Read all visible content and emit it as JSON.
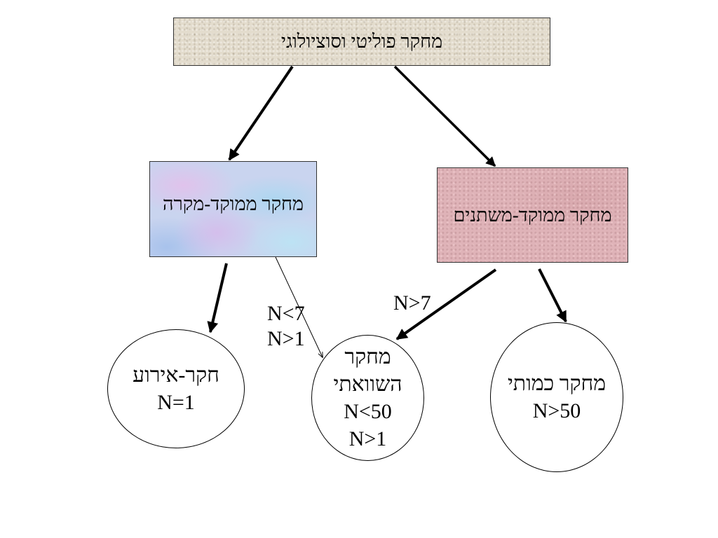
{
  "diagram": {
    "root": {
      "label": "מחקר פוליטי וסוציולוגי"
    },
    "case_oriented": {
      "label": "מחקר ממוקד-מקרה"
    },
    "variable_oriented": {
      "label": "מחקר ממוקד-משתנים"
    },
    "event_study": {
      "title": "חקר-אירוע",
      "condition": "N=1"
    },
    "comparative": {
      "title_line1": "מחקר",
      "title_line2": "השוואתי",
      "condition1": "N<50",
      "condition2": "N>1"
    },
    "quantitative": {
      "title": "מחקר כמותי",
      "condition": "N>50"
    },
    "edge_labels": {
      "case_to_comparative_1": "N<7",
      "case_to_comparative_2": "N>1",
      "variable_to_comparative": "N>7"
    }
  }
}
